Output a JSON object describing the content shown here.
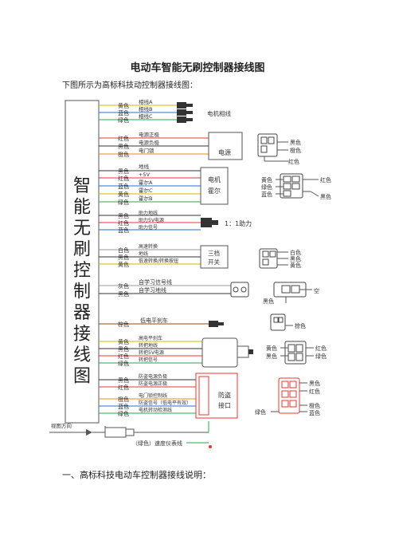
{
  "doc": {
    "title": "电动车智能无刷控制器接线图",
    "intro": "下图所示为高标科技动控制器接线图：",
    "section1": "一、高标科技电动车控制器接线说明："
  },
  "diagram": {
    "vertical_title": [
      "智",
      "能",
      "无",
      "刷",
      "控",
      "制",
      "器",
      "接",
      "线",
      "图"
    ],
    "motor": {
      "colors": [
        "黄色",
        "蓝色",
        "绿色"
      ],
      "lines": [
        "相线A",
        "相线B",
        "相线C"
      ],
      "label": "电机相线"
    },
    "power": {
      "colors": [
        "红色",
        "黑色",
        "橙色"
      ],
      "lines": [
        "电源正极",
        "电源负极",
        "电门锁"
      ],
      "box": "电源",
      "conn": [
        "黑色",
        "橙色",
        "红色"
      ]
    },
    "hall": {
      "header": "地线",
      "colors": [
        "黑色",
        "红色",
        "蓝色",
        "黄色",
        "绿色"
      ],
      "lines": [
        "+5V",
        "霍尔A",
        "霍尔C",
        "霍尔B"
      ],
      "box": [
        "电机",
        "霍尔"
      ],
      "conn_left": [
        "黄色",
        "绿色",
        "蓝色"
      ],
      "conn_right": [
        "红色",
        "黑色"
      ]
    },
    "assist": {
      "colors": [
        "黑色",
        "红色",
        "蓝色"
      ],
      "lines": [
        "助力地线",
        "助力5V电源",
        "助力信号"
      ],
      "label": "1：1助力"
    },
    "speed3": {
      "colors": [
        "白色",
        "黑色",
        "黄色"
      ],
      "lines": [
        "高速转换",
        "地线",
        "低速转换/转换按钮"
      ],
      "box": [
        "三档",
        "开关"
      ],
      "conn": [
        "白色",
        "黑色",
        "黄色"
      ]
    },
    "learn": {
      "colors": [
        "灰色",
        "黑色"
      ],
      "lines": [
        "自学习信号线",
        "自学习地线"
      ],
      "conn_left": "黑色",
      "conn_right": "空"
    },
    "brake": {
      "color": "棕色",
      "line": "低电平刹车",
      "conn": "棕色"
    },
    "throttle": {
      "colors": [
        "黄色",
        "黑色",
        "红色",
        "绿色"
      ],
      "lines": [
        "高电平刹车",
        "转把地线",
        "转把5V电源",
        "转把信号"
      ],
      "conn_left": [
        "黄色",
        "黑色"
      ],
      "conn_right": [
        "红色",
        "绿色"
      ]
    },
    "antitheft": {
      "colors": [
        "黑色",
        "红色",
        "橙色",
        "蓝色",
        "绿色"
      ],
      "lines": [
        "防盗电源负极",
        "防盗电源正极",
        "电门锁控制线",
        "防盗信号（低电平有效）",
        "电机转动检测线"
      ],
      "box": [
        "防盗",
        "接口"
      ],
      "conn_right": [
        "黑色",
        "红色"
      ],
      "conn_left": "绿色",
      "conn_rb": [
        "橙色",
        "蓝色"
      ]
    },
    "bottom": {
      "view_label": "视图方向",
      "speedo": "（绿色）速度仪表线"
    }
  }
}
